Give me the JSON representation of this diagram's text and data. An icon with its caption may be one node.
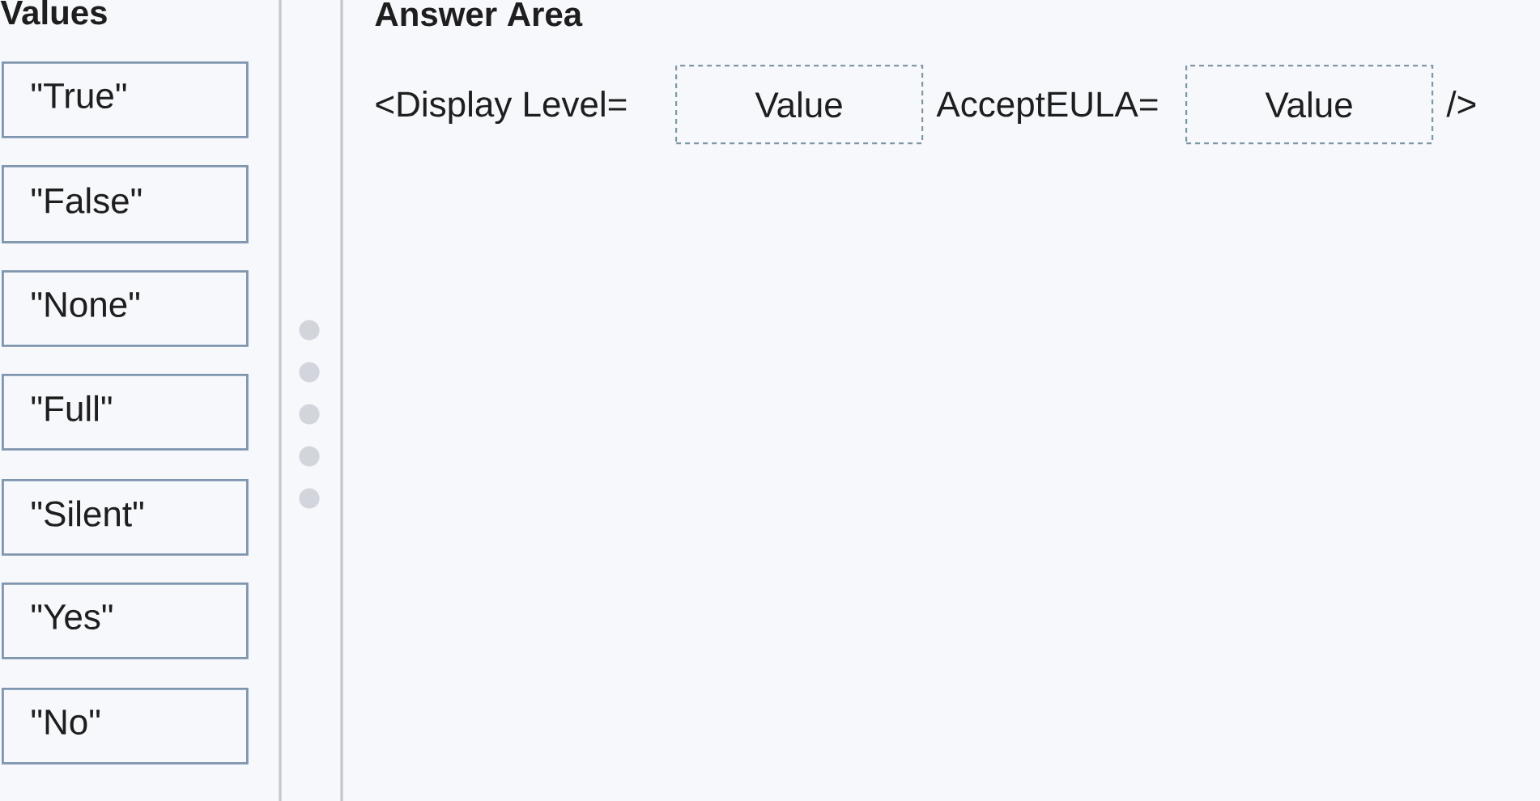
{
  "diagram": {
    "nodes": [
      {
        "text": [
          "\"True\""
        ]
      },
      {
        "text": [
          "\"False\""
        ]
      },
      {
        "text": [
          "\"None\""
        ]
      },
      {
        "text": [
          "\"Full\""
        ]
      },
      {
        "text": [
          "\"Silent\""
        ]
      },
      {
        "text": [
          "\"Yes\""
        ]
      },
      {
        "text": [
          "\"No\""
        ]
      },
      {
        "text": [
          "Value"
        ]
      },
      {
        "text": [
          "Value"
        ]
      }
    ],
    "labels": [
      "Values",
      "Answer Area",
      "<Display Level=",
      "AcceptEULA=",
      "/>"
    ]
  }
}
